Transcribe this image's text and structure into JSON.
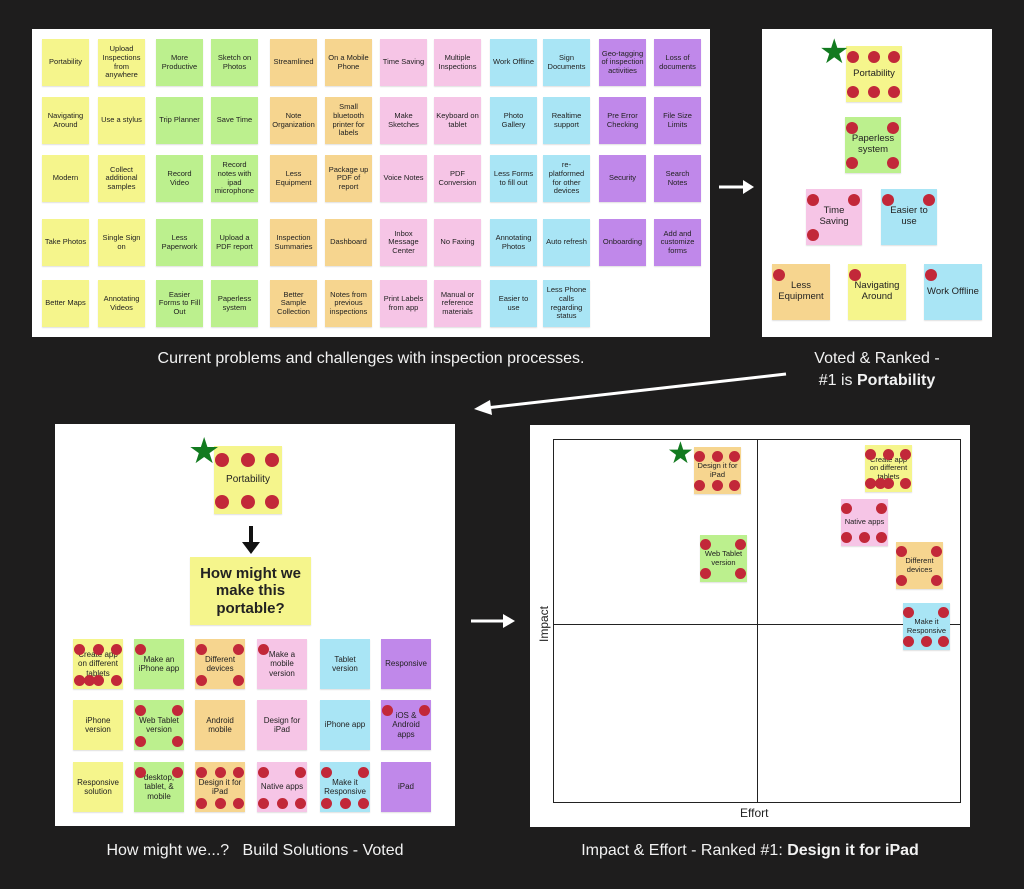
{
  "panel1": {
    "caption": "Current problems and challenges with inspection processes.",
    "notes": [
      {
        "label": "Portability",
        "color": "y"
      },
      {
        "label": "Upload Inspections from anywhere",
        "color": "y"
      },
      {
        "label": "More Productive",
        "color": "g"
      },
      {
        "label": "Sketch on Photos",
        "color": "g"
      },
      {
        "label": "Streamlined",
        "color": "o"
      },
      {
        "label": "On a Mobile Phone",
        "color": "o"
      },
      {
        "label": "Time Saving",
        "color": "p"
      },
      {
        "label": "Multiple Inspections",
        "color": "p"
      },
      {
        "label": "Work Offline",
        "color": "b"
      },
      {
        "label": "Sign Documents",
        "color": "b"
      },
      {
        "label": "Geo-tagging of inspection activities",
        "color": "v"
      },
      {
        "label": "Loss of documents",
        "color": "v"
      },
      {
        "label": "Navigating Around",
        "color": "y"
      },
      {
        "label": "Use a stylus",
        "color": "y"
      },
      {
        "label": "Trip Planner",
        "color": "g"
      },
      {
        "label": "Save Time",
        "color": "g"
      },
      {
        "label": "Note Organization",
        "color": "o"
      },
      {
        "label": "Small bluetooth printer for labels",
        "color": "o"
      },
      {
        "label": "Make Sketches",
        "color": "p"
      },
      {
        "label": "Keyboard on tablet",
        "color": "p"
      },
      {
        "label": "Photo Gallery",
        "color": "b"
      },
      {
        "label": "Realtime support",
        "color": "b"
      },
      {
        "label": "Pre Error Checking",
        "color": "v"
      },
      {
        "label": "File Size Limits",
        "color": "v"
      },
      {
        "label": "Modern",
        "color": "y"
      },
      {
        "label": "Collect additional samples",
        "color": "y"
      },
      {
        "label": "Record Video",
        "color": "g"
      },
      {
        "label": "Record notes with ipad microphone",
        "color": "g"
      },
      {
        "label": "Less Equipment",
        "color": "o"
      },
      {
        "label": "Package up PDF of report",
        "color": "o"
      },
      {
        "label": "Voice Notes",
        "color": "p"
      },
      {
        "label": "PDF Conversion",
        "color": "p"
      },
      {
        "label": "Less Forms to fill out",
        "color": "b"
      },
      {
        "label": "re-platformed for other devices",
        "color": "b"
      },
      {
        "label": "Security",
        "color": "v"
      },
      {
        "label": "Search Notes",
        "color": "v"
      },
      {
        "label": "Take Photos",
        "color": "y"
      },
      {
        "label": "Single Sign on",
        "color": "y"
      },
      {
        "label": "Less Paperwork",
        "color": "g"
      },
      {
        "label": "Upload a PDF report",
        "color": "g"
      },
      {
        "label": "Inspection Summaries",
        "color": "o"
      },
      {
        "label": "Dashboard",
        "color": "o"
      },
      {
        "label": "Inbox Message Center",
        "color": "p"
      },
      {
        "label": "No Faxing",
        "color": "p"
      },
      {
        "label": "Annotating Photos",
        "color": "b"
      },
      {
        "label": "Auto refresh",
        "color": "b"
      },
      {
        "label": "Onboarding",
        "color": "v"
      },
      {
        "label": "Add and customize forms",
        "color": "v"
      },
      {
        "label": "Better Maps",
        "color": "y"
      },
      {
        "label": "Annotating Videos",
        "color": "y"
      },
      {
        "label": "Easier Forms to Fill Out",
        "color": "g"
      },
      {
        "label": "Paperless system",
        "color": "g"
      },
      {
        "label": "Better Sample Collection",
        "color": "o"
      },
      {
        "label": "Notes from previous inspections",
        "color": "o"
      },
      {
        "label": "Print Labels from app",
        "color": "p"
      },
      {
        "label": "Manual or reference materials",
        "color": "p"
      },
      {
        "label": "Easier to use",
        "color": "b"
      },
      {
        "label": "Less Phone calls regarding status",
        "color": "b"
      }
    ]
  },
  "panel2": {
    "caption_line1": "Voted & Ranked -",
    "caption_prefix": "#1 is ",
    "caption_bold": "Portability",
    "notes": [
      {
        "label": "Portability",
        "color": "y",
        "votes": 6
      },
      {
        "label": "Paperless system",
        "color": "g",
        "votes": 4
      },
      {
        "label": "Time Saving",
        "color": "p",
        "votes": 3
      },
      {
        "label": "Easier to use",
        "color": "b",
        "votes": 2
      },
      {
        "label": "Less Equipment",
        "color": "o",
        "votes": 1
      },
      {
        "label": "Navigating Around",
        "color": "y",
        "votes": 1
      },
      {
        "label": "Work Offline",
        "color": "b",
        "votes": 1
      }
    ]
  },
  "panel3": {
    "caption": "How might we...?   Build Solutions - Voted",
    "top_note": {
      "label": "Portability",
      "color": "y",
      "votes": 6
    },
    "question": "How might we make this portable?",
    "notes": [
      {
        "label": "Create app on different tablets",
        "color": "y",
        "votes": 7
      },
      {
        "label": "Make an iPhone app",
        "color": "g",
        "votes": 1
      },
      {
        "label": "Different devices",
        "color": "o",
        "votes": 4
      },
      {
        "label": "Make a mobile version",
        "color": "p",
        "votes": 1
      },
      {
        "label": "Tablet version",
        "color": "b",
        "votes": 0
      },
      {
        "label": "Responsive",
        "color": "v",
        "votes": 0
      },
      {
        "label": "iPhone version",
        "color": "y",
        "votes": 0
      },
      {
        "label": "Web Tablet version",
        "color": "g",
        "votes": 4
      },
      {
        "label": "Android mobile",
        "color": "o",
        "votes": 0
      },
      {
        "label": "Design for iPad",
        "color": "p",
        "votes": 0
      },
      {
        "label": "iPhone app",
        "color": "b",
        "votes": 0
      },
      {
        "label": "iOS & Android apps",
        "color": "v",
        "votes": 2
      },
      {
        "label": "Responsive solution",
        "color": "y",
        "votes": 0
      },
      {
        "label": "desktop, tablet, & mobile",
        "color": "g",
        "votes": 2
      },
      {
        "label": "Design it for iPad",
        "color": "o",
        "votes": 6
      },
      {
        "label": "Native apps",
        "color": "p",
        "votes": 5
      },
      {
        "label": "Make it Responsive",
        "color": "b",
        "votes": 5
      },
      {
        "label": "iPad",
        "color": "v",
        "votes": 0
      }
    ]
  },
  "panel4": {
    "caption_prefix": "Impact & Effort - Ranked #1: ",
    "caption_bold": "Design it for iPad",
    "y_label": "Impact",
    "x_label": "Effort",
    "notes": [
      {
        "label": "Design it for iPad",
        "color": "o",
        "votes": 6
      },
      {
        "label": "Create app on different tablets",
        "color": "y",
        "votes": 7
      },
      {
        "label": "Native apps",
        "color": "p",
        "votes": 5
      },
      {
        "label": "Web Tablet version",
        "color": "g",
        "votes": 4
      },
      {
        "label": "Different devices",
        "color": "o",
        "votes": 4
      },
      {
        "label": "Make it Responsive",
        "color": "b",
        "votes": 5
      }
    ]
  }
}
